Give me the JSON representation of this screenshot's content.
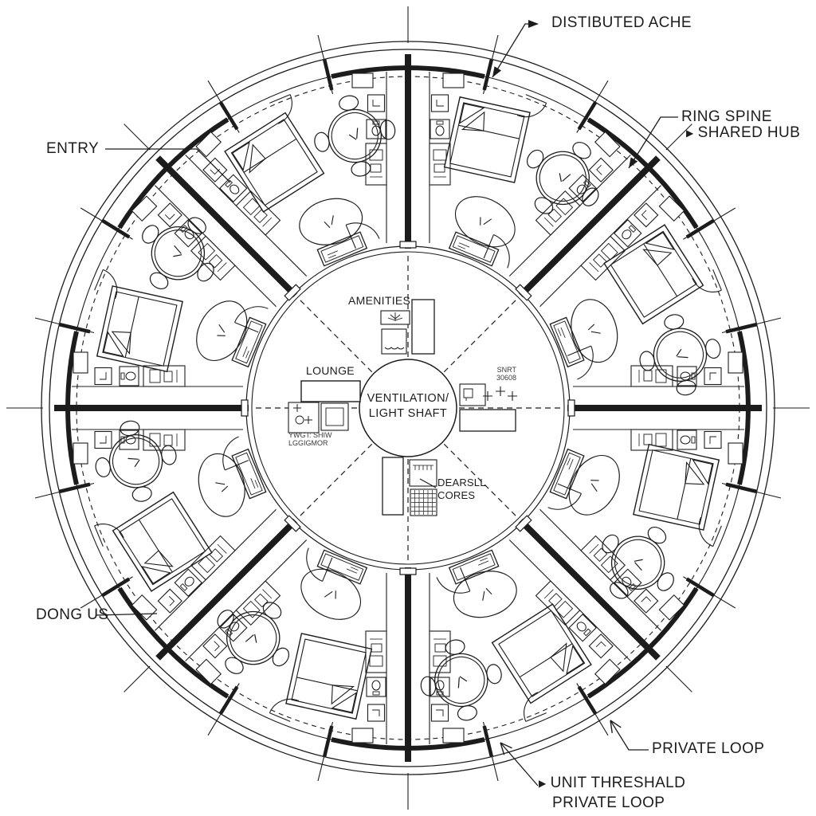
{
  "colors": {
    "ink": "#1c1c1c",
    "background": "#ffffff"
  },
  "drawing": {
    "type": "circular cohousing floor plan"
  },
  "icons": {
    "leader_arrow": "▶"
  },
  "annotations": {
    "distributed_ache": "DISTIBUTED ACHE",
    "ring_spine": "RING SPINE",
    "shared_hub": "SHARED HUB",
    "entry": "ENTRY",
    "dong_us": "DONG US",
    "private_loop": "PRIVATE LOOP",
    "unit_threshald_line1": "UNIT THRESHALD",
    "unit_threshald_line2": "PRIVATE LOOP"
  },
  "core": {
    "amenities": "AMENITIES",
    "lounge": "LOUNGE",
    "shaft_line1": "VENTILATION/",
    "shaft_line2": "LIGHT SHAFT",
    "stair_note_line1": "SNRT",
    "stair_note_line2": "30608",
    "service_note_line1": "YWGT: SHIW",
    "service_note_line2": "LGGIGMOR",
    "cores_line1": "DEARSLL",
    "cores_line2": "CORES"
  }
}
